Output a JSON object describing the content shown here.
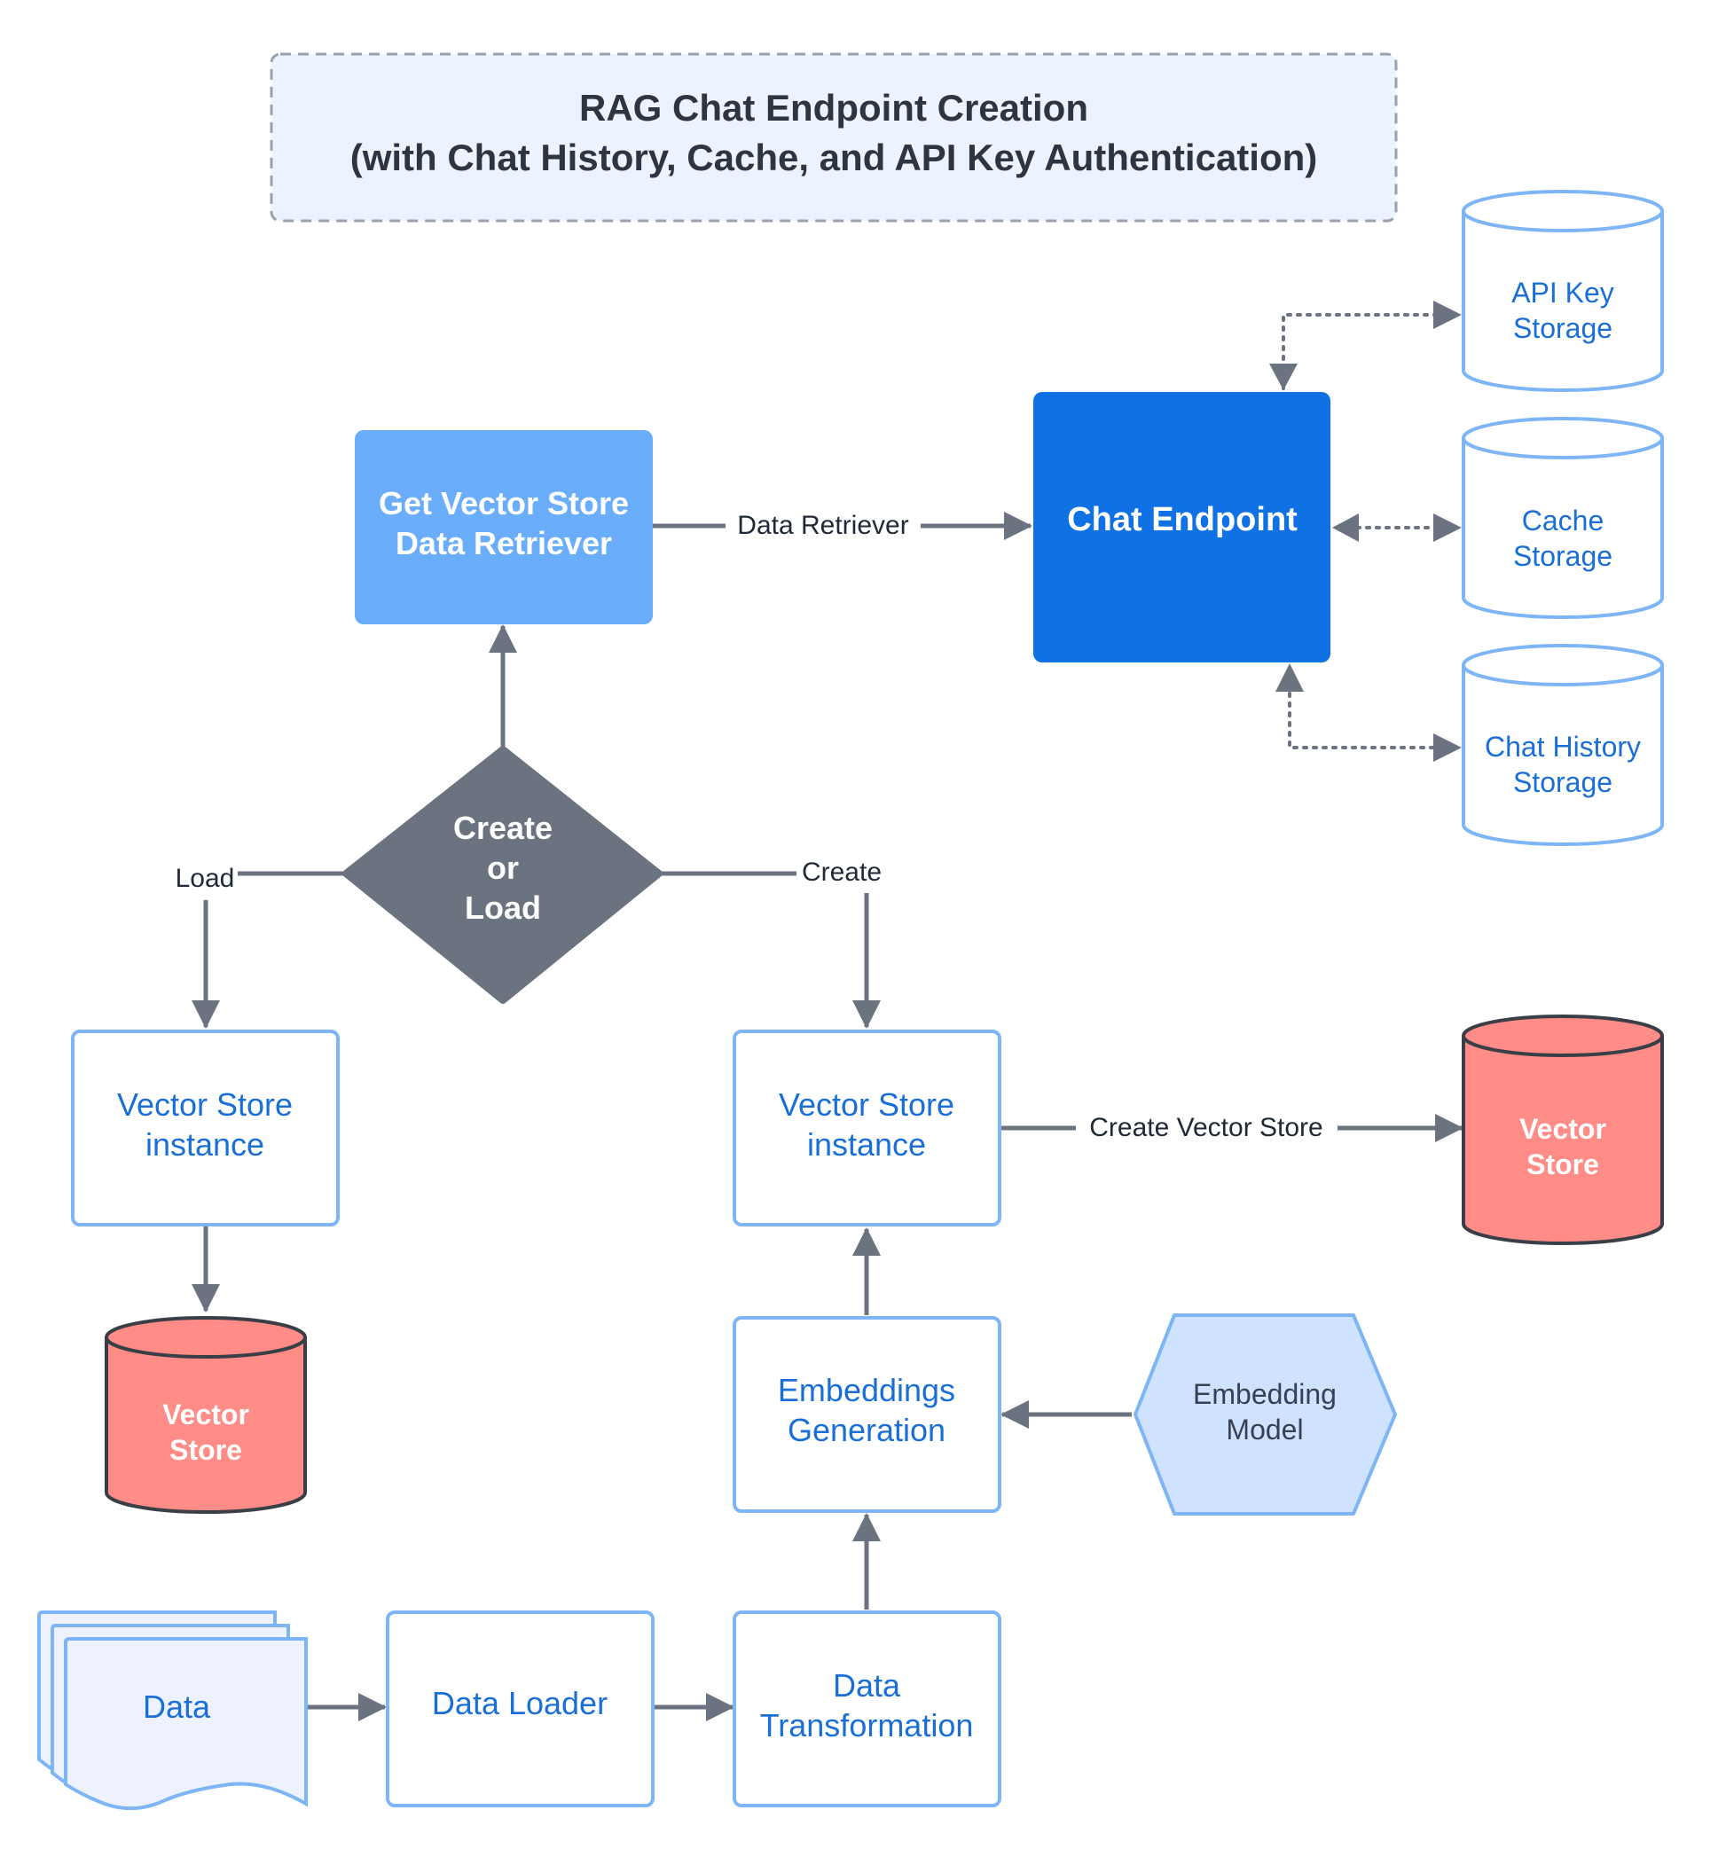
{
  "title": {
    "line1": "RAG Chat Endpoint Creation",
    "line2": "(with Chat History, Cache, and API Key Authentication)"
  },
  "nodes": {
    "get_retriever": {
      "line1": "Get Vector Store",
      "line2": "Data Retriever"
    },
    "chat_endpoint": {
      "label": "Chat Endpoint"
    },
    "api_key_storage": {
      "line1": "API Key",
      "line2": "Storage"
    },
    "cache_storage": {
      "line1": "Cache",
      "line2": "Storage"
    },
    "chat_history_storage": {
      "line1": "Chat History",
      "line2": "Storage"
    },
    "decision": {
      "line1": "Create",
      "line2": "or",
      "line3": "Load"
    },
    "vs_instance_load": {
      "line1": "Vector Store",
      "line2": "instance"
    },
    "vs_instance_create": {
      "line1": "Vector Store",
      "line2": "instance"
    },
    "vector_store_left": {
      "line1": "Vector",
      "line2": "Store"
    },
    "vector_store_right": {
      "line1": "Vector",
      "line2": "Store"
    },
    "embeddings_generation": {
      "line1": "Embeddings",
      "line2": "Generation"
    },
    "embedding_model": {
      "line1": "Embedding",
      "line2": "Model"
    },
    "data": {
      "label": "Data"
    },
    "data_loader": {
      "label": "Data Loader"
    },
    "data_transformation": {
      "line1": "Data",
      "line2": "Transformation"
    }
  },
  "edges": {
    "data_retriever": "Data Retriever",
    "load": "Load",
    "create": "Create",
    "create_vector_store": "Create Vector Store"
  },
  "colors": {
    "title_bg": "#eaf3ff",
    "accent_light": "#6aadfb",
    "accent_dark": "#1071e5",
    "outline_blue": "#7db5f5",
    "text_blue": "#1a6fd6",
    "decision_gray": "#6b7280",
    "connector": "#6b7280",
    "store_red": "#ff8c87",
    "model_fill": "#cfe2ff",
    "data_fill": "#eef2ff"
  }
}
